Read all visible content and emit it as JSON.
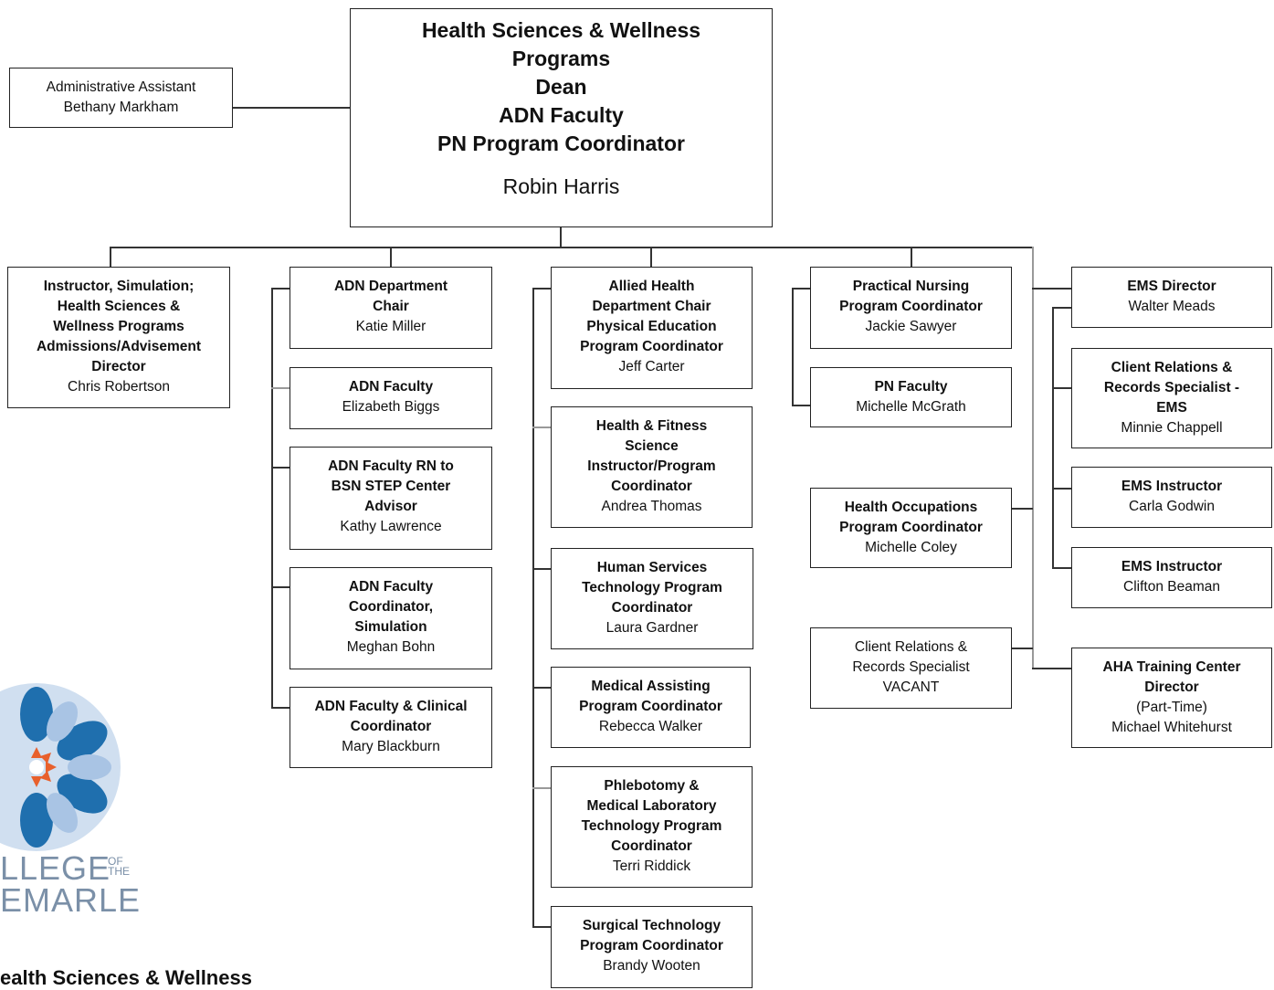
{
  "top": {
    "title": "Health Sciences & Wellness\nPrograms\nDean\nADN Faculty\nPN Program Coordinator",
    "name": "Robin Harris"
  },
  "assistant": {
    "title": "Administrative Assistant",
    "name": "Bethany Markham"
  },
  "col1": {
    "title": "Instructor, Simulation;\nHealth Sciences &\nWellness Programs\nAdmissions/Advisement\nDirector",
    "name": "Chris Robertson"
  },
  "col2": [
    {
      "title": "ADN Department\nChair",
      "name": "Katie Miller"
    },
    {
      "title": "ADN Faculty",
      "name": "Elizabeth Biggs"
    },
    {
      "title": "ADN Faculty RN to\nBSN STEP Center\nAdvisor",
      "name": "Kathy Lawrence"
    },
    {
      "title": "ADN Faculty\nCoordinator,\nSimulation",
      "name": "Meghan Bohn"
    },
    {
      "title": "ADN Faculty & Clinical\nCoordinator",
      "name": "Mary Blackburn"
    }
  ],
  "col3": [
    {
      "title": "Allied Health\nDepartment Chair\nPhysical Education\nProgram Coordinator",
      "name": "Jeff Carter"
    },
    {
      "title": "Health & Fitness\nScience\nInstructor/Program\nCoordinator",
      "name": "Andrea Thomas"
    },
    {
      "title": "Human Services\nTechnology Program\nCoordinator",
      "name": "Laura Gardner"
    },
    {
      "title": "Medical Assisting\nProgram Coordinator",
      "name": "Rebecca Walker"
    },
    {
      "title": "Phlebotomy &\nMedical Laboratory\nTechnology Program\nCoordinator",
      "name": "Terri Riddick"
    },
    {
      "title": "Surgical Technology\nProgram Coordinator",
      "name": "Brandy Wooten"
    }
  ],
  "col4": [
    {
      "title": "Practical Nursing\nProgram Coordinator",
      "name": "Jackie Sawyer"
    },
    {
      "title": "PN Faculty",
      "name": "Michelle McGrath"
    },
    {
      "title": "Health Occupations\nProgram Coordinator",
      "name": "Michelle Coley"
    },
    {
      "title": "Client Relations &\nRecords Specialist",
      "name": "VACANT"
    }
  ],
  "col5": [
    {
      "title": "EMS Director",
      "name": "Walter Meads"
    },
    {
      "title": "Client Relations &\nRecords Specialist -\nEMS",
      "name": "Minnie Chappell"
    },
    {
      "title": "EMS Instructor",
      "name": "Carla Godwin"
    },
    {
      "title": "EMS Instructor",
      "name": "Clifton Beaman"
    },
    {
      "title": "AHA Training Center\nDirector",
      "sub": "(Part-Time)",
      "name": "Michael Whitehurst"
    }
  ],
  "logo": {
    "line1": "LLEGE",
    "of_the": "OF\nTHE",
    "line2": "EMARLE"
  },
  "footer": {
    "text": "ealth Sciences & Wellness"
  },
  "colors": {
    "logo_dark_blue": "#1f6fae",
    "logo_light_blue": "#a9c4e4",
    "logo_orange": "#e8602c"
  }
}
